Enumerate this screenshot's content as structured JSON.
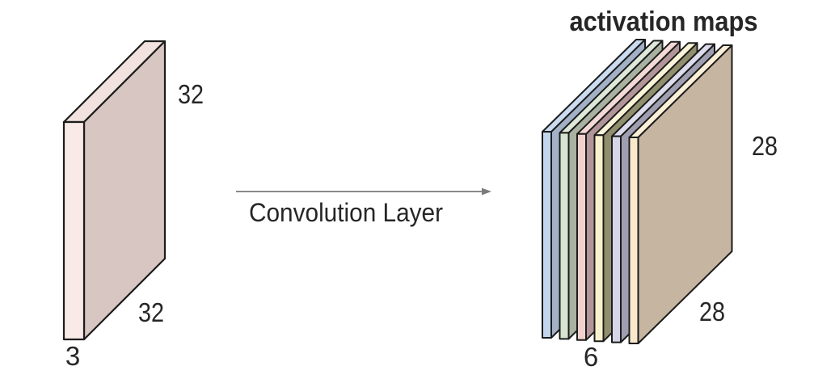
{
  "background": "#ffffff",
  "outline_color": "#1c1c1c",
  "input_volume": {
    "front_color": "#f9eae8",
    "top_color": "#f2e2df",
    "side_color": "#d8c6c2",
    "height_label": "32",
    "depth_label": "32",
    "channels_label": "3"
  },
  "arrow": {
    "label": "Convolution Layer",
    "line_color": "#7a7a7a",
    "text_color": "#262626"
  },
  "activation_maps": {
    "title": "activation maps",
    "height_label": "28",
    "depth_label": "28",
    "count_label": "6",
    "plates": [
      {
        "name": "blue",
        "front": "#c2d6ee",
        "top": "#cbdcf1",
        "side": "#a2b1c6"
      },
      {
        "name": "green",
        "front": "#d7e4d1",
        "top": "#dee9d9",
        "side": "#a9b1a1"
      },
      {
        "name": "pink",
        "front": "#f1d1ce",
        "top": "#f4dad7",
        "side": "#b29598"
      },
      {
        "name": "yellow",
        "front": "#f8f1cd",
        "top": "#faf4d7",
        "side": "#908e6d"
      },
      {
        "name": "lavender",
        "front": "#d5d5e7",
        "top": "#dcdcec",
        "side": "#9f9fb1"
      },
      {
        "name": "peach",
        "front": "#f9e9cc",
        "top": "#fbefd8",
        "side": "#c6b5a0"
      }
    ]
  }
}
